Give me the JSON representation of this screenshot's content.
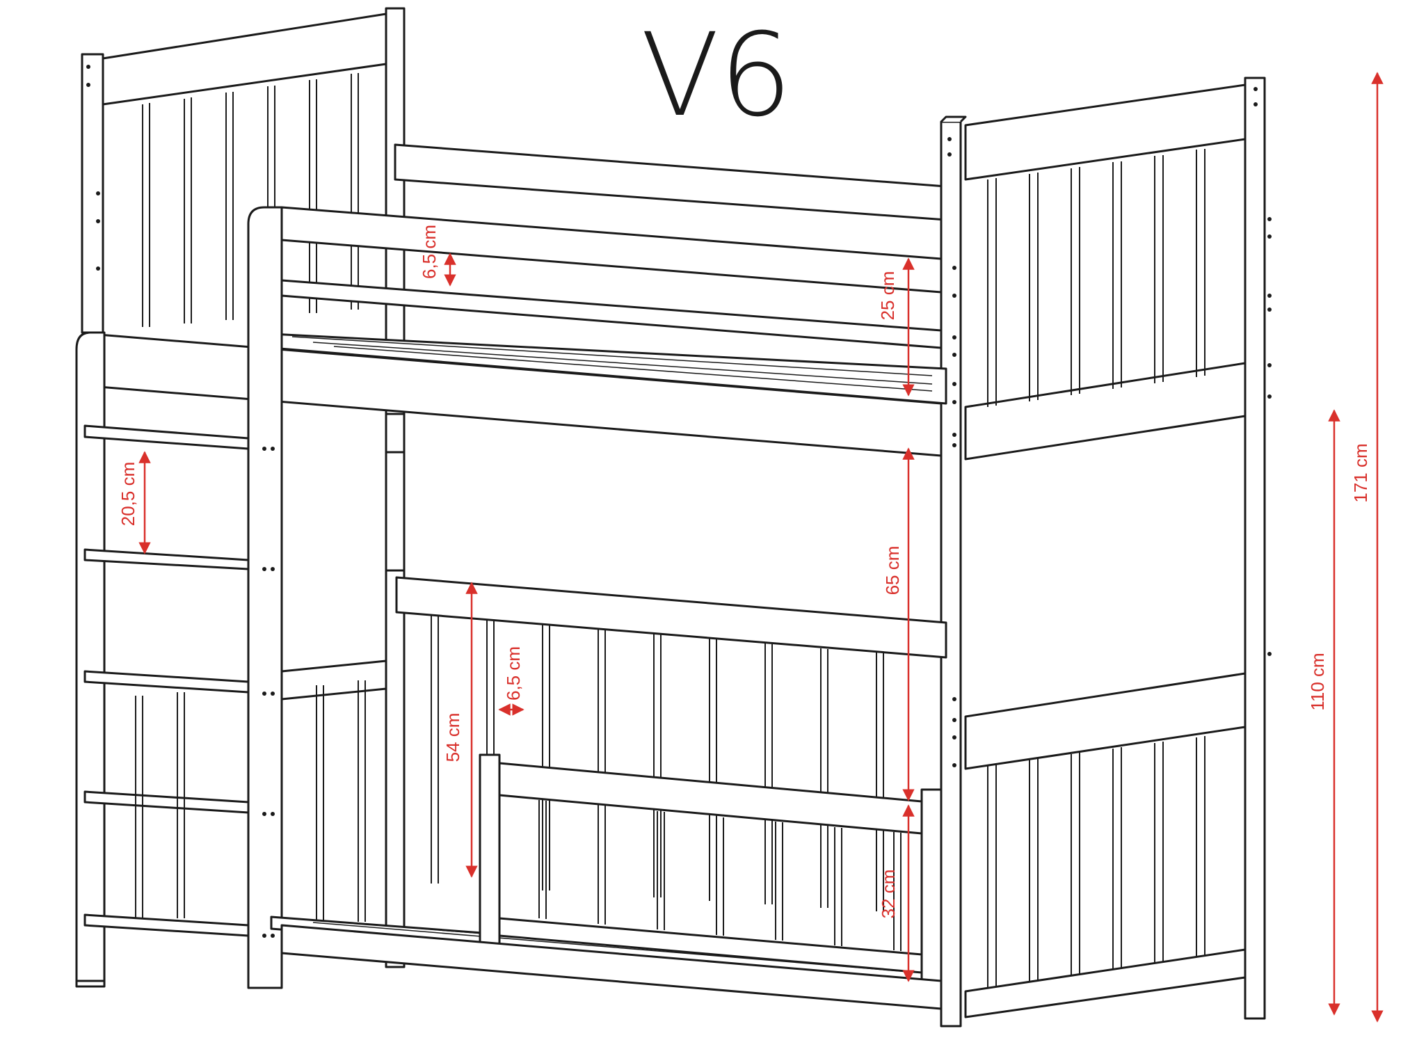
{
  "title": "V6",
  "colors": {
    "line": "#1a1a1a",
    "dimension": "#d9302b",
    "background": "#ffffff"
  },
  "dimensions": {
    "upper_rail_gap": "6,5 cm",
    "upper_guard_height": "25 cm",
    "ladder_step": "20,5 cm",
    "bed_clearance": "65 cm",
    "lower_end_panel": "54 cm",
    "lower_slat_gap": "6,5 cm",
    "lower_guard_height": "32 cm",
    "lower_total": "110 cm",
    "total_height": "171 cm"
  }
}
